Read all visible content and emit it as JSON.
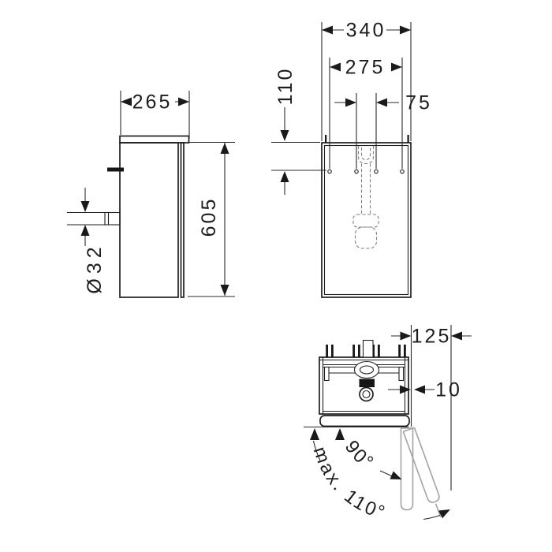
{
  "drawing": {
    "title": "cloakroom-vanity-dimension-drawing",
    "side_view": {
      "depth": "265",
      "height": "605",
      "pipe_diameter": "Ø32"
    },
    "front_view": {
      "width": "340",
      "hole_spacing": "275",
      "inner_hole_spacing": "75",
      "top_distance": "110"
    },
    "plan_view": {
      "clearance": "125",
      "door_offset": "10",
      "open_angle": "90°",
      "max_open_angle": "max. 110°"
    },
    "colors": {
      "line": "#1f1f1f",
      "dimension": "#2a2a2a",
      "dashed": "#808080",
      "door_swing": "#a3a3a3",
      "background": "#ffffff"
    }
  }
}
